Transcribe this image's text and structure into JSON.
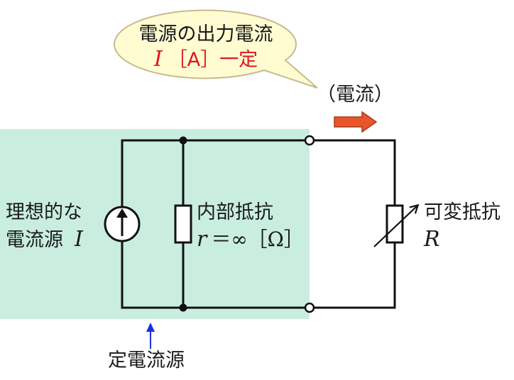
{
  "bubble": {
    "line1": "電源の出力電流",
    "line2_symbol": "I",
    "line2_rest": "［A］一定"
  },
  "current_label": "（電流）",
  "source": {
    "label_line1": "理想的な",
    "label_line2": "電流源",
    "symbol": "I"
  },
  "internal_resistance": {
    "label": "内部抵抗",
    "symbol": "r",
    "value": "＝∞［Ω］"
  },
  "variable_resistor": {
    "label": "可変抵抗",
    "symbol": "R"
  },
  "constant_current_source_label": "定電流源",
  "colors": {
    "source_region": "#c9eee0",
    "bubble_fill": "#fffcd2",
    "bubble_stroke": "#c9b98c",
    "highlight_text": "#e0141e",
    "current_arrow": "#e8562a",
    "pointer_arrow": "#1a2fe0",
    "wire": "#111111"
  }
}
